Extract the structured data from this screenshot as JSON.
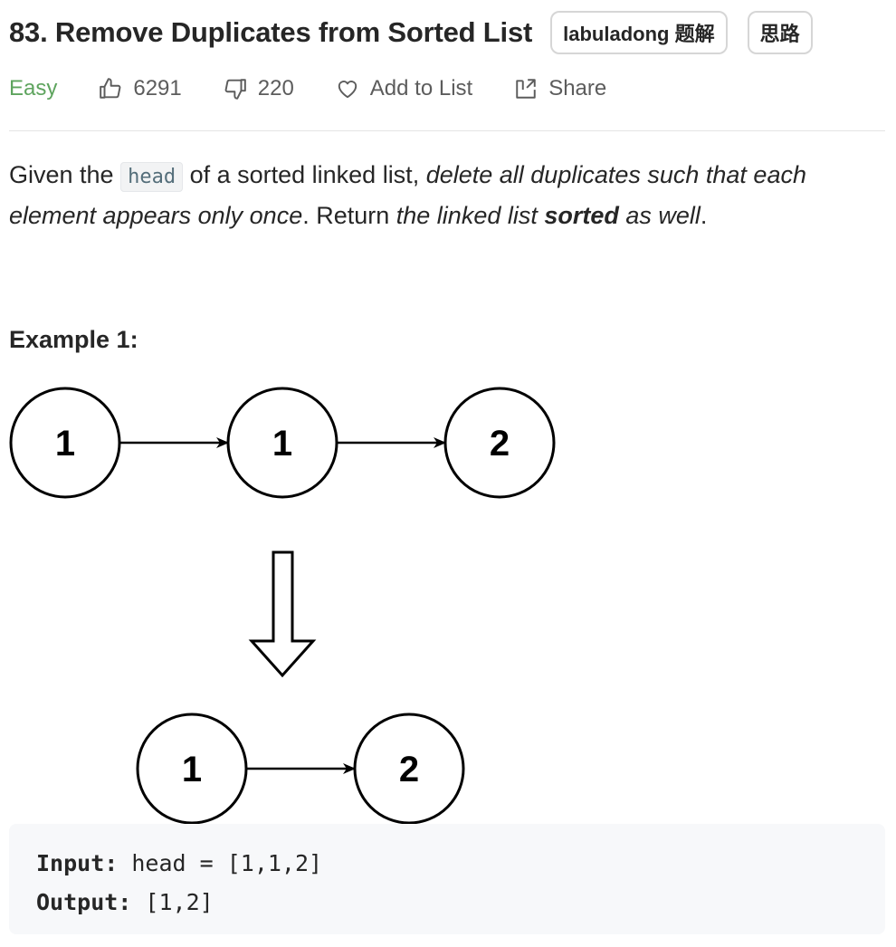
{
  "problem": {
    "title": "83. Remove Duplicates from Sorted List",
    "tags": [
      "labuladong 题解",
      "思路"
    ]
  },
  "meta": {
    "difficulty": "Easy",
    "likes": "6291",
    "dislikes": "220",
    "add_to_list": "Add to List",
    "share": "Share"
  },
  "description": {
    "p1": "Given the ",
    "code": "head",
    "p2": " of a sorted linked list, ",
    "em1": "delete all duplicates such that each element appears only once",
    "p3": ". Return ",
    "em2": "the linked list ",
    "strong": "sorted",
    "em3": " as well",
    "p4": "."
  },
  "example": {
    "title": "Example 1:",
    "before_nodes": [
      "1",
      "1",
      "2"
    ],
    "after_nodes": [
      "1",
      "2"
    ],
    "input_label": "Input:",
    "input_value": " head = [1,1,2]",
    "output_label": "Output:",
    "output_value": " [1,2]"
  },
  "colors": {
    "easy": "#5ea45e",
    "text": "#262626",
    "muted": "#5c5c5c"
  }
}
